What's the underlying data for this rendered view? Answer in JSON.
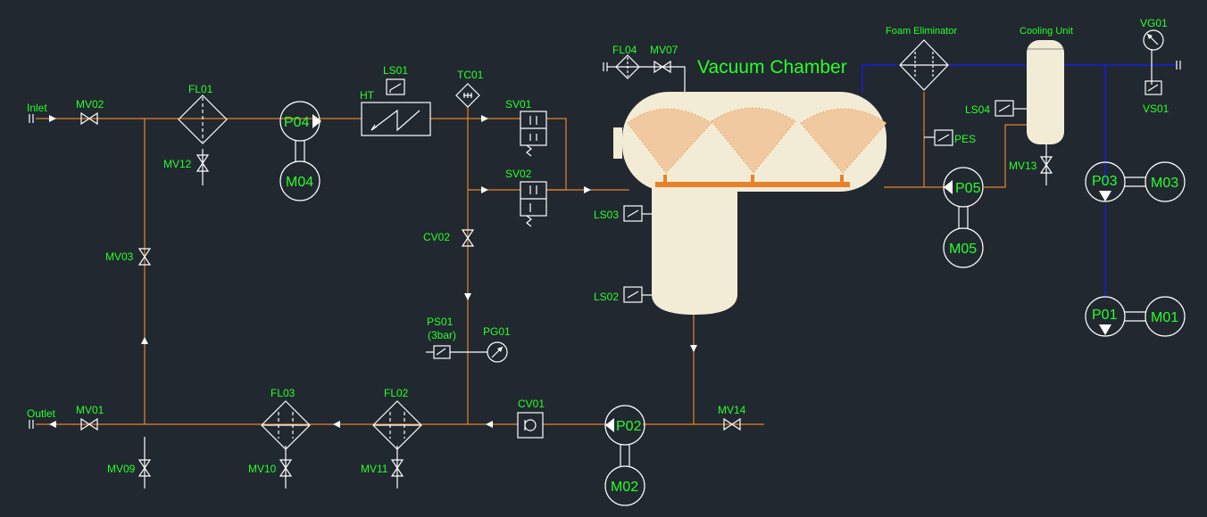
{
  "colors": {
    "background": "#212830",
    "pipe": "#e8822a",
    "vacuum_line": "#1a1aff",
    "label": "#29ff29",
    "symbol": "#ffffff",
    "vessel": "#f2ecd6"
  },
  "labels": {
    "inlet": "Inlet",
    "outlet": "Outlet",
    "mv01": "MV01",
    "mv02": "MV02",
    "mv03": "MV03",
    "mv07": "MV07",
    "mv09": "MV09",
    "mv10": "MV10",
    "mv11": "MV11",
    "mv12": "MV12",
    "mv13": "MV13",
    "mv14": "MV14",
    "fl01": "FL01",
    "fl02": "FL02",
    "fl03": "FL03",
    "fl04": "FL04",
    "ht": "HT",
    "ls01": "LS01",
    "ls02": "LS02",
    "ls03": "LS03",
    "ls04": "LS04",
    "tc01": "TC01",
    "sv01": "SV01",
    "sv02": "SV02",
    "cv01": "CV01",
    "cv02": "CV02",
    "ps01": "PS01",
    "ps01_sub": "(3bar)",
    "pg01": "PG01",
    "pes": "PES",
    "vg01": "VG01",
    "vs01": "VS01",
    "vacuum_chamber": "Vacuum Chamber",
    "foam_eliminator": "Foam Eliminator",
    "cooling_unit": "Cooling Unit",
    "p01": "P01",
    "p02": "P02",
    "p03": "P03",
    "p04": "P04",
    "p05": "P05",
    "m01": "M01",
    "m02": "M02",
    "m03": "M03",
    "m04": "M04",
    "m05": "M05"
  },
  "icons": [
    "gate-valve-icon",
    "filter-icon",
    "pump-icon",
    "motor-icon",
    "heater-icon",
    "level-switch-icon",
    "temperature-controller-icon",
    "solenoid-valve-icon",
    "check-valve-icon",
    "pressure-gauge-icon",
    "pressure-switch-icon",
    "spray-nozzle-icon"
  ]
}
